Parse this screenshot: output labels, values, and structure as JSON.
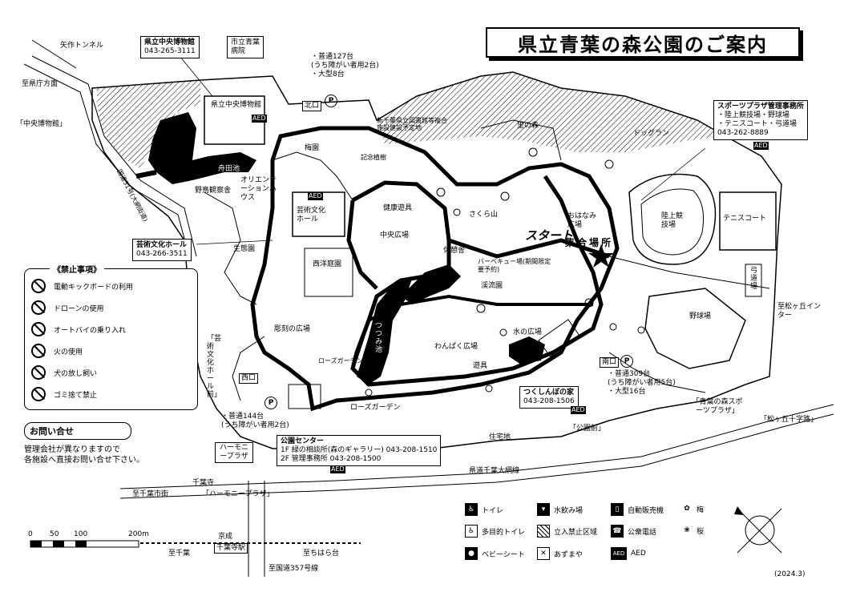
{
  "title": "県立青葉の森公園のご案内",
  "date": "(2024.3)",
  "roads": {
    "yakuza_tunnel": "矢作トンネル",
    "to_prefecture": "至県庁方面",
    "national_51": "国道51号(大網街道)",
    "prefectural_road": "県道千葉大網線",
    "to_chiba_city": "至千葉市街",
    "to_matsugaoka_ic": "至松ヶ丘インター",
    "to_chiba": "至千葉",
    "to_chiharadai": "至ちはら台",
    "to_route357": "至国道357号線",
    "keisei": "京成",
    "chibadera_station": "千葉寺駅",
    "chibadera": "千葉寺",
    "harmony_plaza_road": "「ハーモニープラザ」",
    "residential": "住宅地"
  },
  "bus_stops": {
    "chuo_hakubutsukan": "「中央博物館」",
    "geijutsu_bunka_hall": "「芸術文化ホール前」",
    "koen_mae": "「公園前」",
    "aoba_sports_plaza": "「青葉の森スポーツプラザ」",
    "matsugaoka_jujiro": "「松ヶ丘十字路」",
    "harmony_plaza": "ハーモニープラザ"
  },
  "facilities": {
    "museum_box_name": "県立中央博物館",
    "museum_box_tel": "043-265-3111",
    "hospital": "市立青葉病院",
    "museum": "県立中央博物館",
    "art_hall": "芸術文化ホール",
    "art_hall_box_name": "芸術文化ホール",
    "art_hall_box_tel": "043-266-3511",
    "sports_office_name": "スポーツプラザ管理事務所",
    "sports_office_line1": "・陸上競技場・野球場",
    "sports_office_line2": "・テニスコート・弓道場",
    "sports_office_tel": "043-262-8889",
    "tsukushinbo_name": "つくしんぼの家",
    "tsukushinbo_tel": "043-208-1506",
    "center_name": "公園センター",
    "center_line1": "1F 緑の相談所(森のギャラリー) 043-208-1510",
    "center_line2": "2F 管理事務所 043-208-1500",
    "library": "新千葉県立図書館等複合施設建設予定地"
  },
  "areas": {
    "north_gate": "北口",
    "west_gate": "西口",
    "south_gate": "南口",
    "funada_pond": "舟田池",
    "bird_watching": "野鳥観察舎",
    "orientation_house": "オリエンテーションハウス",
    "ecology_garden": "生態園",
    "plum_garden": "梅園",
    "memorial_forest": "記念植樹",
    "sato_forest": "里の森",
    "dog_run": "ドッグラン",
    "health_play": "健康遊具",
    "central_plaza": "中央広場",
    "sakura_hill": "さくら山",
    "rest_area": "休憩舎",
    "bbq": "バーベキュー場(期間限定要予約)",
    "stream": "渓流園",
    "ohanami_plaza": "おはなみ広場",
    "start": "スタート",
    "meeting_place": "集合場所",
    "athletic_field": "陸上競技場",
    "tennis": "テニスコート",
    "kyudo": "弓道場",
    "baseball": "野球場",
    "western_garden": "西洋庭園",
    "sculpture_plaza": "彫刻の広場",
    "tsutsumi_pond": "つつみ池",
    "wanpaku_plaza": "わんぱく広場",
    "playground": "遊具",
    "water_plaza": "水の広場",
    "rose_garden": "ローズガーデン",
    "rose_garden_2": "ローズガーデン"
  },
  "parking": {
    "north_line1": "・普通127台",
    "north_line2": "(うち障がい者用2台)",
    "north_line3": "・大型8台",
    "west_line1": "・普通144台",
    "west_line2": "(うち障がい者用2台)",
    "south_line1": "・普通309台",
    "south_line2": "(うち障がい者用5台)",
    "south_line3": "・大型16台",
    "symbol": "P"
  },
  "rules": {
    "heading": "《禁止事項》",
    "items": [
      "電動キックボードの利用",
      "ドローンの使用",
      "オートバイの乗り入れ",
      "火の使用",
      "犬の放し飼い",
      "ゴミ捨て禁止"
    ]
  },
  "inquiry": {
    "heading": "お問い合せ",
    "line1": "管理会社が異なりますので",
    "line2": "各施設へ直接お問い合せ下さい。"
  },
  "legend": {
    "toilet": "トイレ",
    "multipurpose": "多目的トイレ",
    "baby_seat": "ベビーシート",
    "drinking": "水飲み場",
    "restricted": "立入禁止区域",
    "azumaya": "あずまや",
    "vending": "自動販売機",
    "phone": "公衆電話",
    "aed": "AED",
    "plum": "梅",
    "cherry": "桜"
  },
  "scale": {
    "s0": "0",
    "s50": "50",
    "s100": "100",
    "s200": "200m"
  },
  "icons": {
    "aed": "AED",
    "compass": "compass-icon"
  }
}
